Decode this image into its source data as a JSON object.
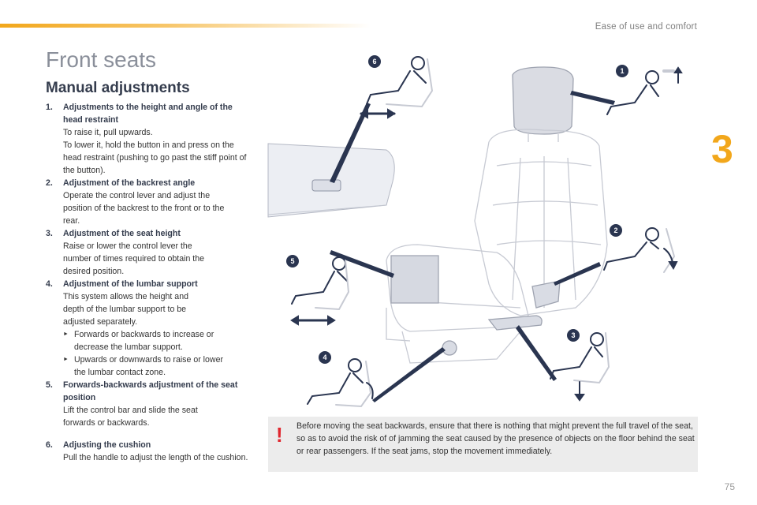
{
  "header": {
    "section": "Ease of use and comfort",
    "chapter": "3"
  },
  "title": "Front seats",
  "subtitle": "Manual adjustments",
  "items": [
    {
      "num": "1.",
      "head": "Adjustments to the height and angle of the head restraint",
      "lines": [
        "To raise it, pull upwards.",
        "To lower it, hold the button in and press on the head restraint (pushing to go past the stiff point of the button)."
      ]
    },
    {
      "num": "2.",
      "head": "Adjustment of the backrest angle",
      "lines": [
        "Operate the control lever and adjust the position of the backrest to the front or to the rear."
      ]
    },
    {
      "num": "3.",
      "head": "Adjustment of the seat height",
      "lines": [
        "Raise or lower the control lever the number of times required to obtain the desired position."
      ]
    },
    {
      "num": "4.",
      "head": "Adjustment of the lumbar support",
      "lines": [
        "This system allows the height and depth of the lumbar support to be adjusted separately."
      ],
      "bullets": [
        "Forwards or backwards to increase or decrease the lumbar support.",
        "Upwards or downwards to raise or lower the lumbar contact zone."
      ]
    },
    {
      "num": "5.",
      "head": "Forwards-backwards adjustment of the seat position",
      "lines": [
        "Lift the control bar and slide the seat forwards or backwards."
      ]
    },
    {
      "num": "6.",
      "head": "Adjusting the cushion",
      "lines": [
        "Pull the handle to adjust the length of the cushion."
      ]
    }
  ],
  "callouts": [
    "1",
    "2",
    "3",
    "4",
    "5",
    "6"
  ],
  "warning": {
    "icon": "!",
    "text": "Before moving the seat backwards, ensure that there is nothing that might prevent the full travel of the seat, so as to avoid the risk of of jamming the seat caused by the presence of objects on the floor behind the seat or rear passengers. If the seat jams, stop the movement immediately."
  },
  "page_number": "75",
  "colors": {
    "accent": "#f2a71b",
    "callout": "#2a3550",
    "warning_red": "#e0262e"
  }
}
